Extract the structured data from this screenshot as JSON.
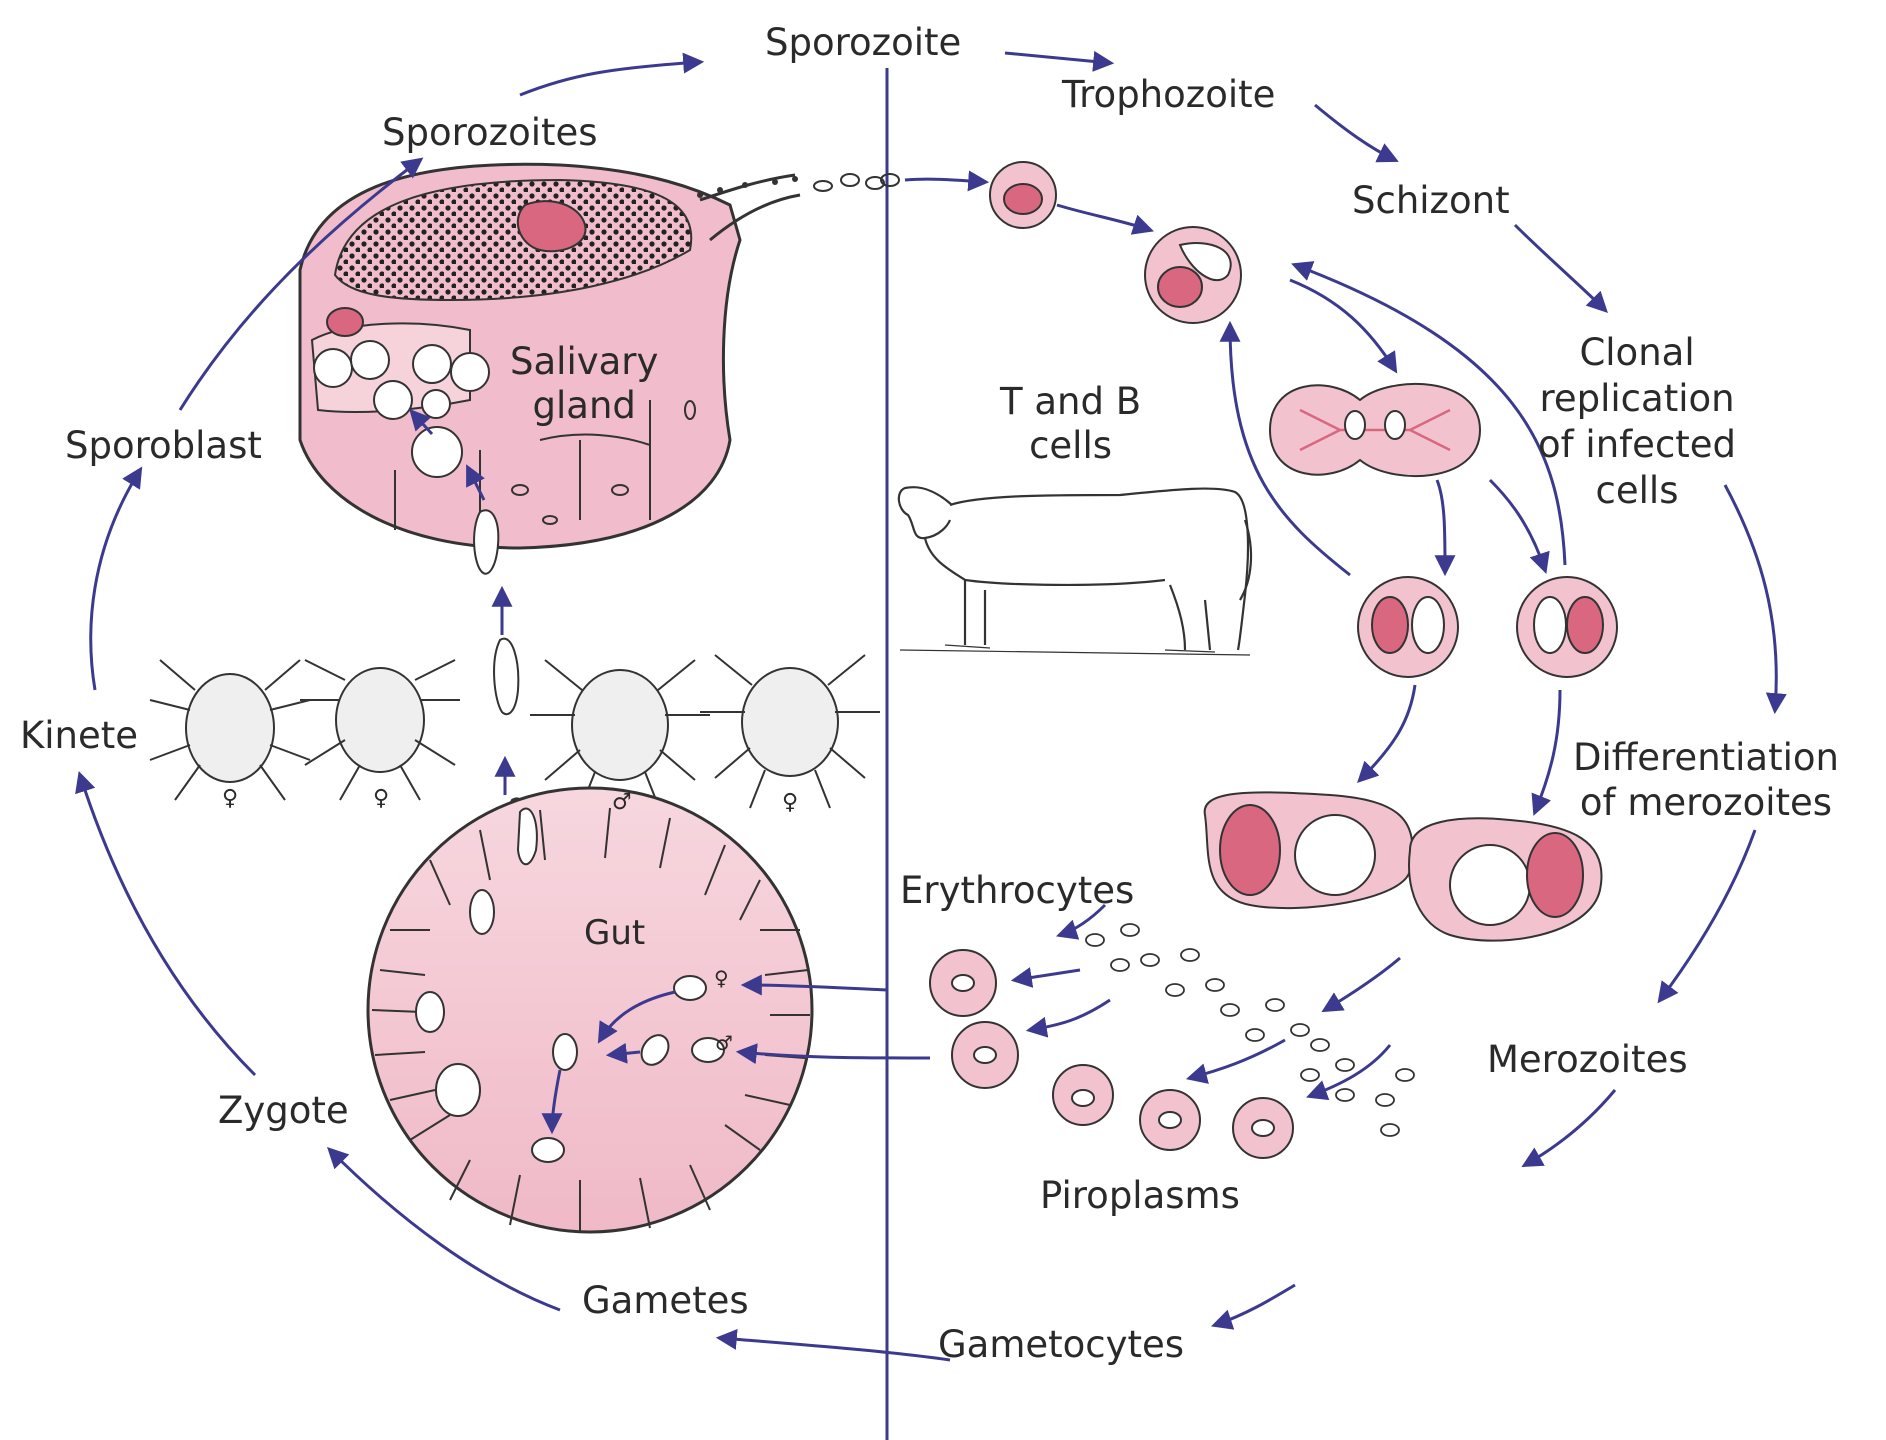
{
  "labels": {
    "sporozoite": "Sporozoite",
    "trophozoite": "Trophozoite",
    "schizont": "Schizont",
    "clonal": "Clonal\nreplication\nof infected\ncells",
    "differentiation": "Differentiation\nof merozoites",
    "merozoites": "Merozoites",
    "piroplasms": "Piroplasms",
    "gametocytes": "Gametocytes",
    "gametes": "Gametes",
    "zygote": "Zygote",
    "kinete": "Kinete",
    "sporoblast": "Sporoblast",
    "sporozoites": "Sporozoites",
    "salivary_gland": "Salivary\ngland",
    "t_and_b_cells": "T and B\ncells",
    "erythrocytes": "Erythrocytes",
    "gut": "Gut",
    "tick_sex_symbols": [
      "♀",
      "♀",
      "♂",
      "♀"
    ],
    "gamete_symbols": [
      "♀",
      "♂"
    ]
  },
  "colors": {
    "arrow": "#3b3a8e",
    "cell_fill": "#f2c3cf",
    "nucleus": "#d9677f",
    "outline": "#333333"
  }
}
